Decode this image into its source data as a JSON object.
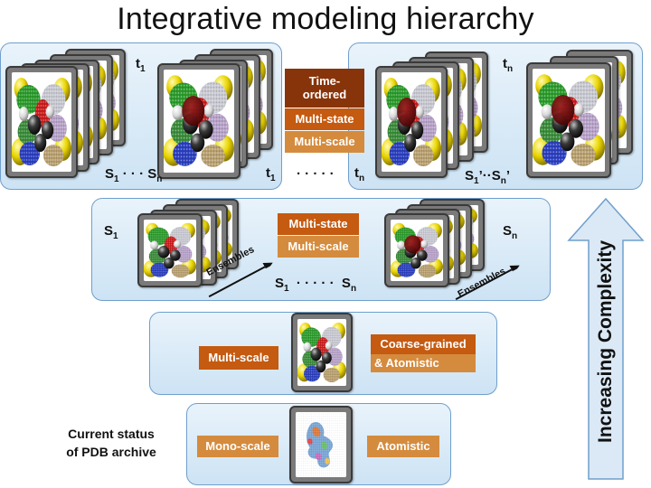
{
  "title": "Integrative modeling hierarchy",
  "colors": {
    "tag_dark": "#87340b",
    "tag_mid": "#c55a11",
    "tag_light": "#d58b3d",
    "panel_border": "#6f9fcc",
    "arrow_fill": "#dbe9f6"
  },
  "top_level": {
    "t1_label": "t",
    "t1_sub": "1",
    "tn_label": "t",
    "tn_sub": "n",
    "s1_label": "S",
    "s1_sub": "1",
    "s_dots": "· · ·",
    "sn_label": "S",
    "sn_sub": "n",
    "t1_bottom_label": "t",
    "t1_bottom_sub": "1",
    "t_dots": "· · · · ·",
    "tn_bottom_label": "t",
    "tn_bottom_sub": "n",
    "s1p_label": "S",
    "s1p_sub": "1",
    "s1p_prime": "’",
    "s_dots_p": "··",
    "snp_label": "S",
    "snp_sub": "n",
    "snp_prime": "’",
    "tag_time_ordered": "Time-\nordered",
    "tag_multi_state": "Multi-state",
    "tag_multi_scale": "Multi-scale"
  },
  "second_level": {
    "s1_label": "S",
    "s1_sub": "1",
    "sn_label": "S",
    "sn_sub": "n",
    "ensembles_left": "Ensembles",
    "ensembles_right": "Ensembles",
    "bottom_s1": "S",
    "bottom_s1_sub": "1",
    "bottom_dots": "· · · · ·",
    "bottom_sn": "S",
    "bottom_sn_sub": "n",
    "tag_multi_state": "Multi-state",
    "tag_multi_scale": "Multi-scale"
  },
  "third_level": {
    "tag_multi_scale": "Multi-scale",
    "tag_coarse_grained": "Coarse-grained",
    "tag_atomistic": "& Atomistic"
  },
  "fourth_level": {
    "status_line1": "Current status",
    "status_line2": "of PDB archive",
    "tag_mono_scale": "Mono-scale",
    "tag_atomistic": "Atomistic"
  },
  "complexity_arrow": {
    "label": "Increasing Complexity"
  }
}
